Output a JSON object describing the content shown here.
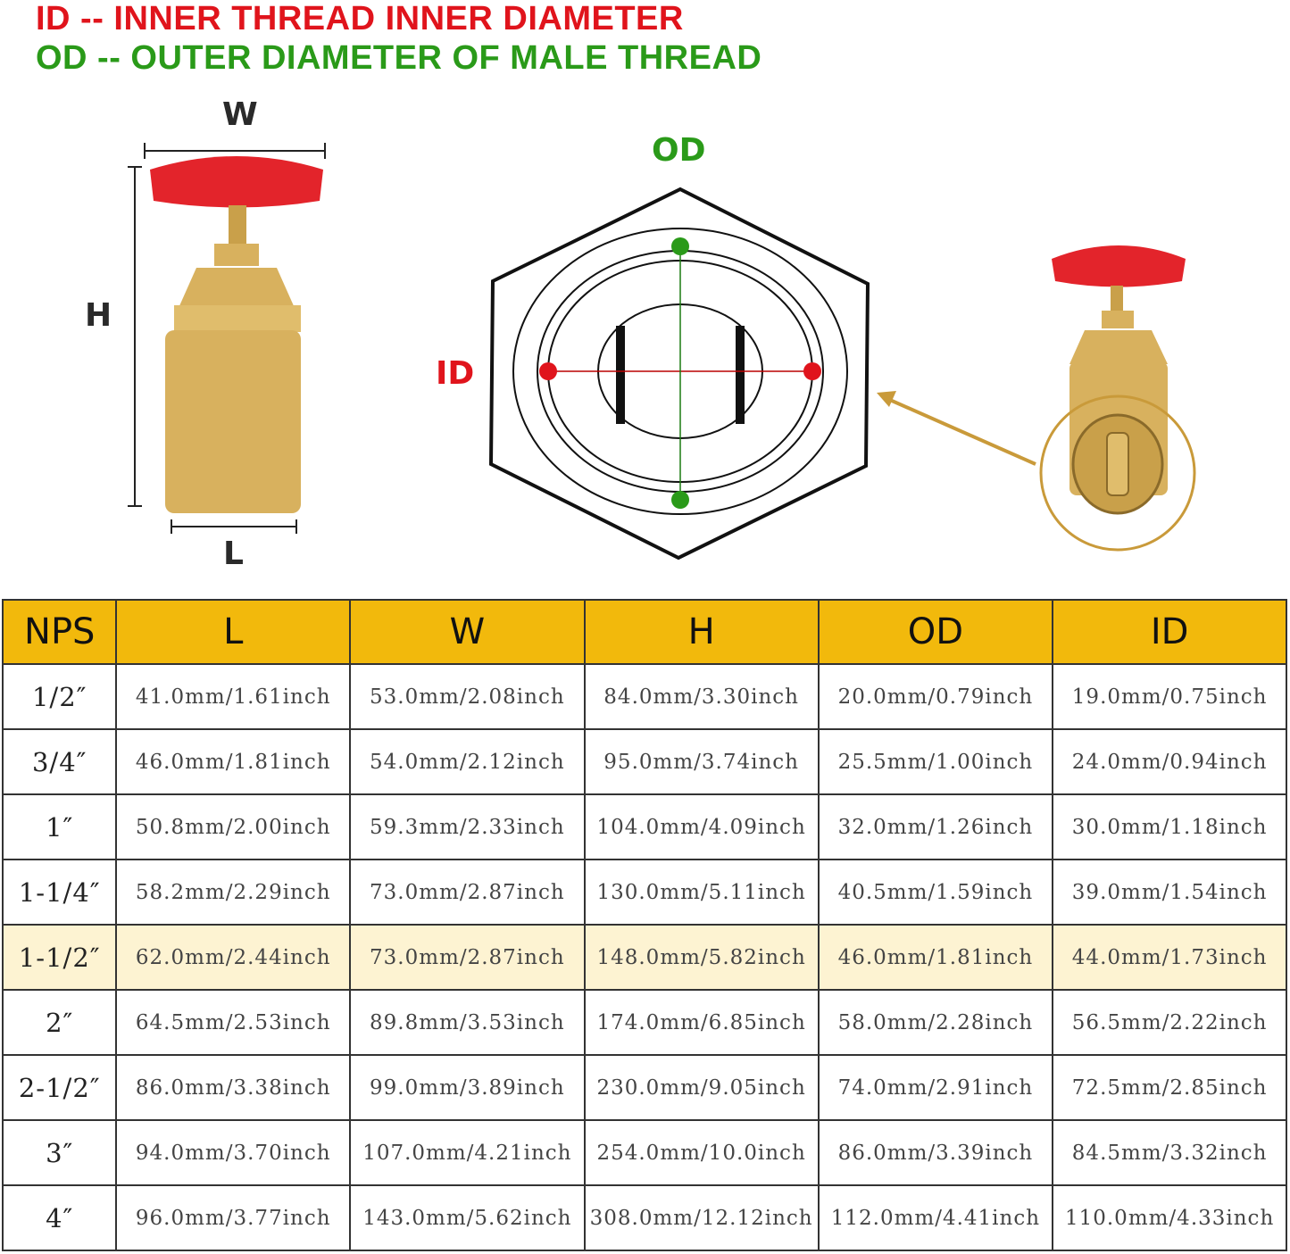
{
  "titles": {
    "id_def": "ID -- INNER THREAD INNER DIAMETER",
    "od_def": "OD -- OUTER DIAMETER OF MALE THREAD"
  },
  "diagram": {
    "w": "W",
    "h": "H",
    "l": "L",
    "od": "OD",
    "id": "ID"
  },
  "colors": {
    "id_red": "#e0141c",
    "od_green": "#2a9a19",
    "header_bg": "#f2b90c",
    "highlight_row": "#fdf3d2",
    "brass": "#d8b15e",
    "handle": "#e3242b"
  },
  "table": {
    "headers": [
      "NPS",
      "L",
      "W",
      "H",
      "OD",
      "ID"
    ],
    "highlight_row": 4,
    "rows": [
      [
        "1/2″",
        "41.0mm/1.61inch",
        "53.0mm/2.08inch",
        "84.0mm/3.30inch",
        "20.0mm/0.79inch",
        "19.0mm/0.75inch"
      ],
      [
        "3/4″",
        "46.0mm/1.81inch",
        "54.0mm/2.12inch",
        "95.0mm/3.74inch",
        "25.5mm/1.00inch",
        "24.0mm/0.94inch"
      ],
      [
        "1″",
        "50.8mm/2.00inch",
        "59.3mm/2.33inch",
        "104.0mm/4.09inch",
        "32.0mm/1.26inch",
        "30.0mm/1.18inch"
      ],
      [
        "1-1/4″",
        "58.2mm/2.29inch",
        "73.0mm/2.87inch",
        "130.0mm/5.11inch",
        "40.5mm/1.59inch",
        "39.0mm/1.54inch"
      ],
      [
        "1-1/2″",
        "62.0mm/2.44inch",
        "73.0mm/2.87inch",
        "148.0mm/5.82inch",
        "46.0mm/1.81inch",
        "44.0mm/1.73inch"
      ],
      [
        "2″",
        "64.5mm/2.53inch",
        "89.8mm/3.53inch",
        "174.0mm/6.85inch",
        "58.0mm/2.28inch",
        "56.5mm/2.22inch"
      ],
      [
        "2-1/2″",
        "86.0mm/3.38inch",
        "99.0mm/3.89inch",
        "230.0mm/9.05inch",
        "74.0mm/2.91inch",
        "72.5mm/2.85inch"
      ],
      [
        "3″",
        "94.0mm/3.70inch",
        "107.0mm/4.21inch",
        "254.0mm/10.0inch",
        "86.0mm/3.39inch",
        "84.5mm/3.32inch"
      ],
      [
        "4″",
        "96.0mm/3.77inch",
        "143.0mm/5.62inch",
        "308.0mm/12.12inch",
        "112.0mm/4.41inch",
        "110.0mm/4.33inch"
      ]
    ]
  }
}
